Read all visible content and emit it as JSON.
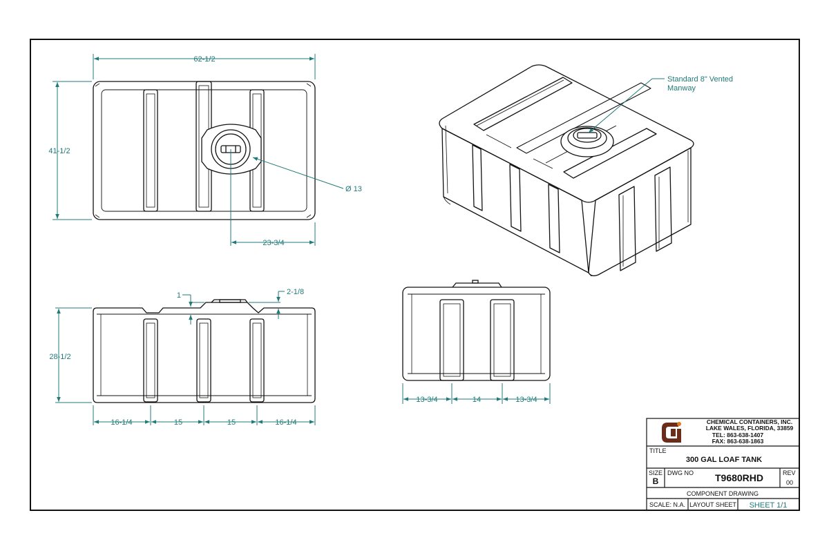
{
  "colors": {
    "dimension": "#1f7a78",
    "line": "#111111",
    "logo_dark": "#6b2d1a",
    "logo_orange": "#e07a1c"
  },
  "top_view": {
    "overall_width": "62-1/2",
    "overall_depth": "41-1/2",
    "manway_offset": "23-3/4",
    "manway_diameter": "Ø 13"
  },
  "front_view": {
    "height": "28-1/2",
    "recess": "1",
    "manway_height": "2-1/8",
    "spacings": [
      "16-1/4",
      "15",
      "15",
      "16-1/4"
    ]
  },
  "side_view": {
    "spacings": [
      "13-3/4",
      "14",
      "13-3/4"
    ]
  },
  "iso_view": {
    "callout_line1": "Standard 8\" Vented",
    "callout_line2": "Manway"
  },
  "title_block": {
    "company": "CHEMICAL CONTAINERS, INC.",
    "address": "LAKE WALES, FLORIDA, 33859",
    "tel": "TEL: 863-638-1407",
    "fax": "FAX: 863-638-1863",
    "title_label": "TITLE",
    "title": "300 GAL LOAF TANK",
    "size_label": "SIZE",
    "size": "B",
    "dwg_no_label": "DWG NO",
    "dwg_no": "T9680RHD",
    "rev_label": "REV",
    "rev": "00",
    "description": "COMPONENT DRAWING",
    "scale": "SCALE: N.A.",
    "layout_sheet": "LAYOUT SHEET",
    "sheet": "SHEET 1/1"
  }
}
